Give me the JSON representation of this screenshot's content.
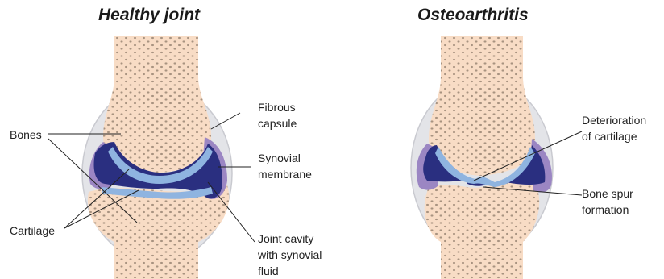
{
  "titles": {
    "healthy": "Healthy joint",
    "oa": "Osteoarthritis"
  },
  "labels": {
    "bones": "Bones",
    "cartilage": "Cartilage",
    "fibrous_capsule": [
      "Fibrous",
      "capsule"
    ],
    "synovial_membrane": [
      "Synovial",
      "membrane"
    ],
    "joint_cavity": [
      "Joint cavity",
      "with synovial",
      "fluid"
    ],
    "deterioration": [
      "Deterioration",
      "of cartilage"
    ],
    "bone_spur": [
      "Bone spur",
      "formation"
    ]
  },
  "colors": {
    "bone": "#f8dcc5",
    "bone_pores": "#9a8674",
    "capsule": "#e3e4e8",
    "capsule_edge": "#c9cad0",
    "synovial_membrane": "#9b86c3",
    "joint_cavity": "#2a2f80",
    "cartilage": "#8fb4e0",
    "leader_line": "#222222"
  }
}
